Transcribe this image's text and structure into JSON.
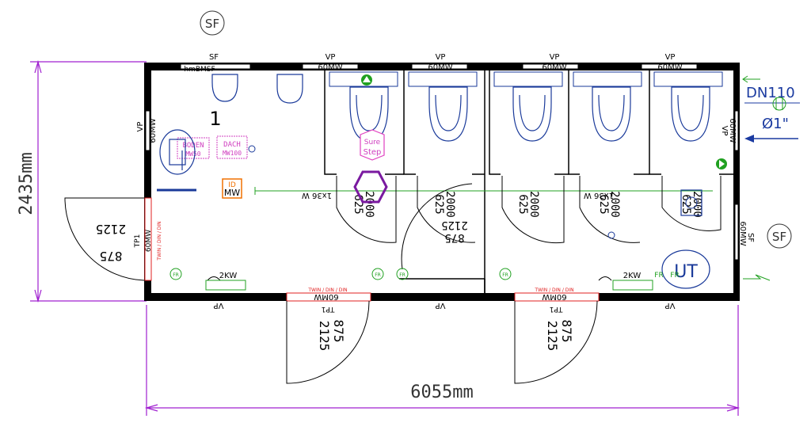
{
  "drawing": {
    "dimensions": {
      "width_label": "6055mm",
      "height_label": "2435mm"
    },
    "sf_label": "SF",
    "top_wall_labels": {
      "vp": "VP",
      "sf": "SF",
      "mw": "60MW",
      "hm": "hmBMSF"
    },
    "side_wall_labels": {
      "vp": "VP",
      "mw": "60MW",
      "sf": "SF"
    },
    "bottom_wall_labels": {
      "mw": "60MW",
      "vp": "VP"
    },
    "room_number": "1",
    "equipment": {
      "boden": [
        "BODEN",
        "MW50"
      ],
      "dach": [
        "DACH",
        "MW100"
      ],
      "id": [
        "ID",
        "MW"
      ],
      "sure_step": [
        "Sure",
        "Step"
      ],
      "heater": "2KW",
      "ut": "UT",
      "fr": "FR",
      "pipe_label": "1x36 W"
    },
    "doors": {
      "dim_a": "875",
      "dim_b": "2125",
      "tp": "TP1",
      "din": "TWIN / DIN / DIN"
    },
    "stall_doors": {
      "w": "625",
      "h": "2000"
    },
    "connection": {
      "dn": "DN110",
      "dia": "Ø1\""
    }
  }
}
